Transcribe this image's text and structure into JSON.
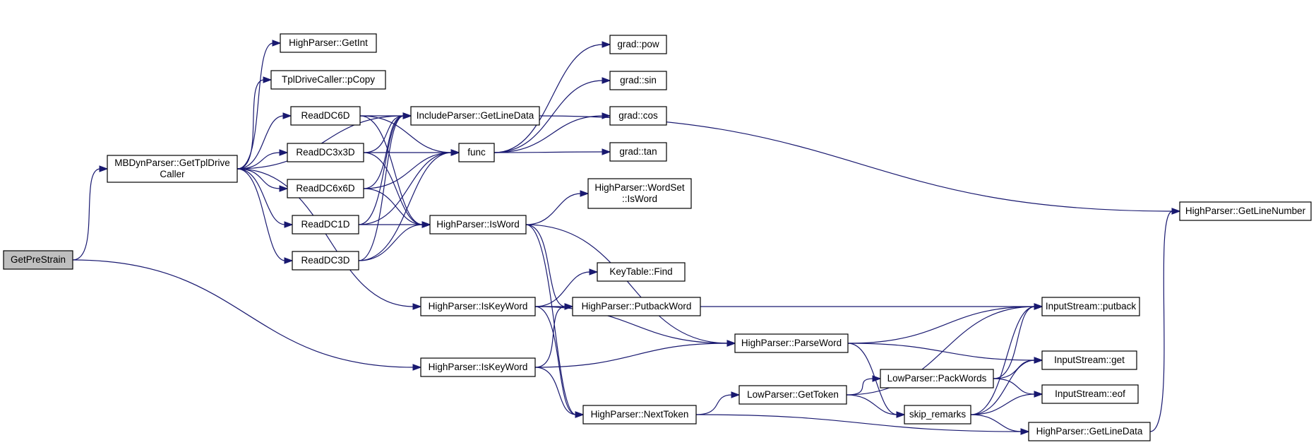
{
  "graph": {
    "title": "",
    "colors": {
      "edge": "#191970",
      "root_fill": "#bfbfbf",
      "node_fill": "#ffffff"
    },
    "nodes": {
      "getprestrain": {
        "lines": [
          "GetPreStrain"
        ],
        "root": true
      },
      "gettpldrivecaller": {
        "lines": [
          "MBDynParser::GetTplDrive",
          "Caller"
        ]
      },
      "getint": {
        "lines": [
          "HighParser::GetInt"
        ]
      },
      "pcopy": {
        "lines": [
          "TplDriveCaller::pCopy"
        ]
      },
      "readdc6d": {
        "lines": [
          "ReadDC6D"
        ]
      },
      "readdc3x3d": {
        "lines": [
          "ReadDC3x3D"
        ]
      },
      "readdc6x6d": {
        "lines": [
          "ReadDC6x6D"
        ]
      },
      "readdc1d": {
        "lines": [
          "ReadDC1D"
        ]
      },
      "readdc3d": {
        "lines": [
          "ReadDC3D"
        ]
      },
      "include_getlinedata": {
        "lines": [
          "IncludeParser::GetLineData"
        ]
      },
      "func": {
        "lines": [
          "func"
        ]
      },
      "grad_pow": {
        "lines": [
          "grad::pow"
        ]
      },
      "grad_sin": {
        "lines": [
          "grad::sin"
        ]
      },
      "grad_cos": {
        "lines": [
          "grad::cos"
        ]
      },
      "grad_tan": {
        "lines": [
          "grad::tan"
        ]
      },
      "isword": {
        "lines": [
          "HighParser::IsWord"
        ]
      },
      "wordset_isword": {
        "lines": [
          "HighParser::WordSet",
          "::IsWord"
        ]
      },
      "getlinenumber": {
        "lines": [
          "HighParser::GetLineNumber"
        ]
      },
      "keytable_find": {
        "lines": [
          "KeyTable::Find"
        ]
      },
      "iskeyword1": {
        "lines": [
          "HighParser::IsKeyWord"
        ]
      },
      "iskeyword2": {
        "lines": [
          "HighParser::IsKeyWord"
        ]
      },
      "putbackword": {
        "lines": [
          "HighParser::PutbackWord"
        ]
      },
      "parseword": {
        "lines": [
          "HighParser::ParseWord"
        ]
      },
      "putback": {
        "lines": [
          "InputStream::putback"
        ]
      },
      "get": {
        "lines": [
          "InputStream::get"
        ]
      },
      "packwords": {
        "lines": [
          "LowParser::PackWords"
        ]
      },
      "eof": {
        "lines": [
          "InputStream::eof"
        ]
      },
      "gettoken": {
        "lines": [
          "LowParser::GetToken"
        ]
      },
      "skip_remarks": {
        "lines": [
          "skip_remarks"
        ]
      },
      "nexttoken": {
        "lines": [
          "HighParser::NextToken"
        ]
      },
      "high_getlinedata": {
        "lines": [
          "HighParser::GetLineData"
        ]
      }
    },
    "edges": [
      [
        "getprestrain",
        "gettpldrivecaller"
      ],
      [
        "getprestrain",
        "iskeyword2"
      ],
      [
        "gettpldrivecaller",
        "getint"
      ],
      [
        "gettpldrivecaller",
        "pcopy"
      ],
      [
        "gettpldrivecaller",
        "include_getlinedata"
      ],
      [
        "gettpldrivecaller",
        "readdc6d"
      ],
      [
        "gettpldrivecaller",
        "readdc3x3d"
      ],
      [
        "gettpldrivecaller",
        "readdc6x6d"
      ],
      [
        "gettpldrivecaller",
        "readdc1d"
      ],
      [
        "gettpldrivecaller",
        "readdc3d"
      ],
      [
        "gettpldrivecaller",
        "iskeyword1"
      ],
      [
        "readdc6d",
        "include_getlinedata"
      ],
      [
        "readdc6d",
        "func"
      ],
      [
        "readdc6d",
        "isword"
      ],
      [
        "readdc3x3d",
        "include_getlinedata"
      ],
      [
        "readdc3x3d",
        "func"
      ],
      [
        "readdc3x3d",
        "isword"
      ],
      [
        "readdc6x6d",
        "include_getlinedata"
      ],
      [
        "readdc6x6d",
        "func"
      ],
      [
        "readdc6x6d",
        "isword"
      ],
      [
        "readdc1d",
        "include_getlinedata"
      ],
      [
        "readdc1d",
        "func"
      ],
      [
        "readdc1d",
        "isword"
      ],
      [
        "readdc3d",
        "include_getlinedata"
      ],
      [
        "readdc3d",
        "func"
      ],
      [
        "readdc3d",
        "isword"
      ],
      [
        "include_getlinedata",
        "getlinenumber"
      ],
      [
        "func",
        "grad_pow"
      ],
      [
        "func",
        "grad_sin"
      ],
      [
        "func",
        "grad_cos"
      ],
      [
        "func",
        "grad_tan"
      ],
      [
        "isword",
        "wordset_isword"
      ],
      [
        "isword",
        "putbackword"
      ],
      [
        "isword",
        "parseword"
      ],
      [
        "isword",
        "nexttoken"
      ],
      [
        "iskeyword1",
        "keytable_find"
      ],
      [
        "iskeyword1",
        "putbackword"
      ],
      [
        "iskeyword1",
        "parseword"
      ],
      [
        "iskeyword1",
        "nexttoken"
      ],
      [
        "iskeyword2",
        "putbackword"
      ],
      [
        "iskeyword2",
        "parseword"
      ],
      [
        "iskeyword2",
        "nexttoken"
      ],
      [
        "putbackword",
        "putback"
      ],
      [
        "parseword",
        "putback"
      ],
      [
        "parseword",
        "get"
      ],
      [
        "parseword",
        "skip_remarks"
      ],
      [
        "nexttoken",
        "gettoken"
      ],
      [
        "nexttoken",
        "high_getlinedata"
      ],
      [
        "gettoken",
        "putback"
      ],
      [
        "gettoken",
        "packwords"
      ],
      [
        "gettoken",
        "skip_remarks"
      ],
      [
        "packwords",
        "putback"
      ],
      [
        "packwords",
        "get"
      ],
      [
        "packwords",
        "eof"
      ],
      [
        "skip_remarks",
        "putback"
      ],
      [
        "skip_remarks",
        "get"
      ],
      [
        "skip_remarks",
        "eof"
      ],
      [
        "skip_remarks",
        "high_getlinedata"
      ],
      [
        "high_getlinedata",
        "getlinenumber"
      ]
    ]
  }
}
